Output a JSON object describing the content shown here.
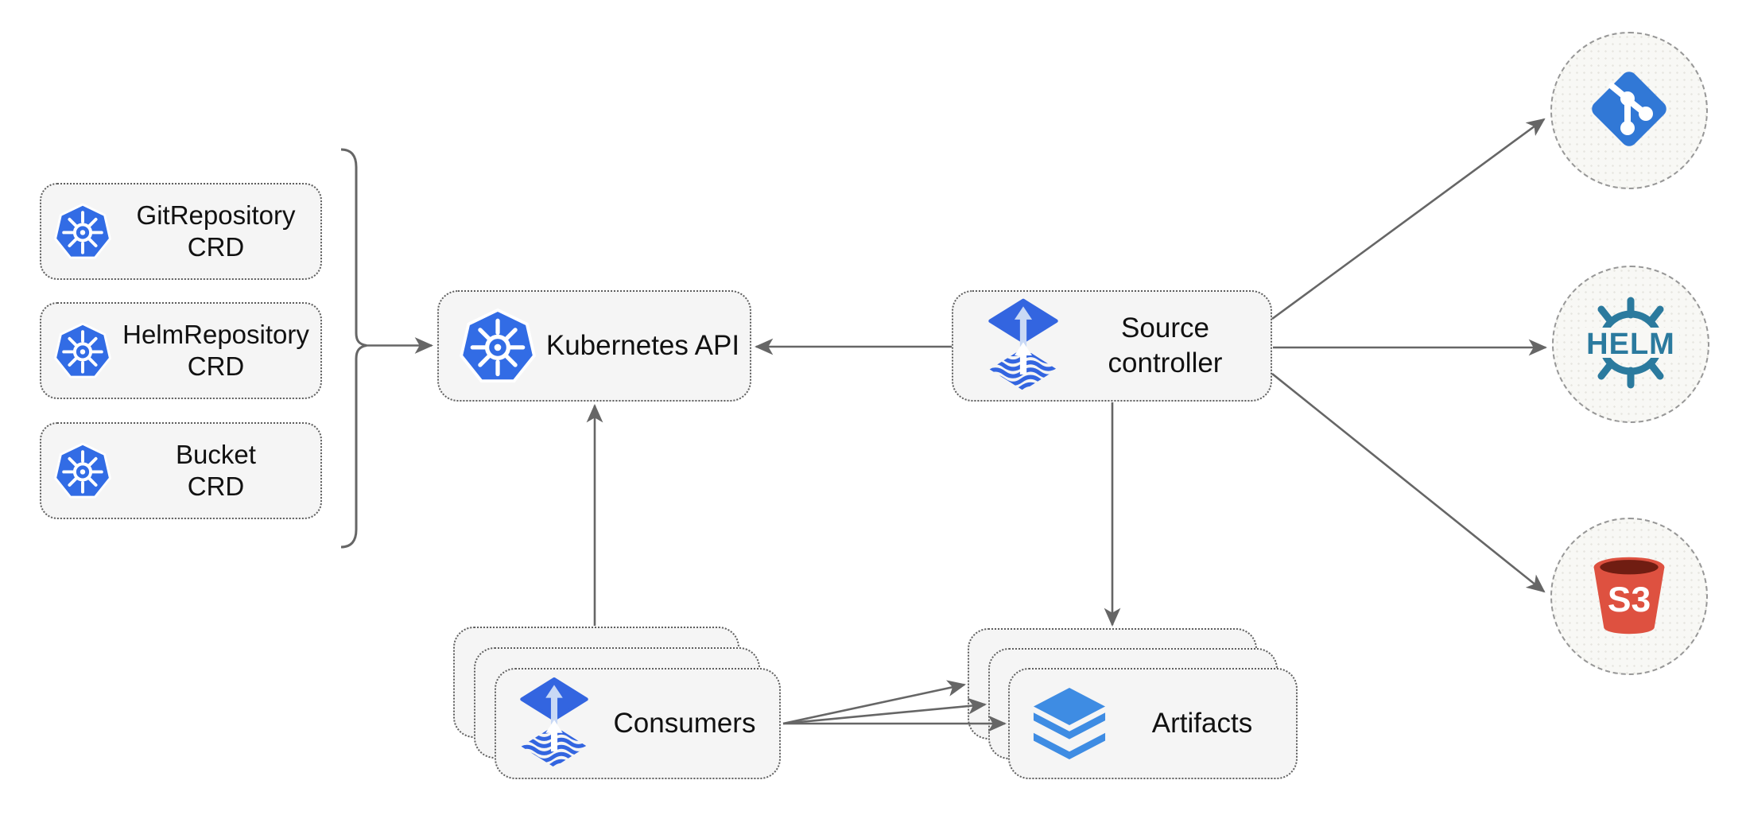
{
  "diagram": {
    "crd_boxes": [
      {
        "line1": "GitRepository",
        "line2": "CRD",
        "icon": "kubernetes-icon"
      },
      {
        "line1": "HelmRepository",
        "line2": "CRD",
        "icon": "kubernetes-icon"
      },
      {
        "line1": "Bucket",
        "line2": "CRD",
        "icon": "kubernetes-icon"
      }
    ],
    "kubernetes_api": {
      "label": "Kubernetes API",
      "icon": "kubernetes-icon"
    },
    "source_controller": {
      "line1": "Source",
      "line2": "controller",
      "icon": "flux-icon"
    },
    "consumers": {
      "label": "Consumers",
      "icon": "flux-icon",
      "stack_count": 3
    },
    "artifacts": {
      "label": "Artifacts",
      "icon": "layers-icon",
      "stack_count": 3
    },
    "external_targets": {
      "git": {
        "icon": "git-icon"
      },
      "helm": {
        "icon": "helm-icon",
        "label": "HELM"
      },
      "s3": {
        "icon": "s3-bucket-icon",
        "label": "S3"
      }
    },
    "connections": [
      {
        "from": "crd-bracket",
        "to": "kubernetes-api"
      },
      {
        "from": "source-controller",
        "to": "kubernetes-api"
      },
      {
        "from": "consumers",
        "to": "kubernetes-api"
      },
      {
        "from": "source-controller",
        "to": "git-node"
      },
      {
        "from": "source-controller",
        "to": "helm-node"
      },
      {
        "from": "source-controller",
        "to": "s3-node"
      },
      {
        "from": "source-controller",
        "to": "artifacts"
      },
      {
        "from": "consumers",
        "to": "artifacts",
        "arrow_count": 3
      }
    ],
    "colors": {
      "box_fill": "#F5F5F5",
      "box_border": "#5F5F5F",
      "arrow": "#666666",
      "text": "#111111",
      "kubernetes_blue": "#326CE5",
      "flux_blue": "#3365E0",
      "flux_arrow_light": "#C9D9F5",
      "git_blue": "#3178D6",
      "helm_teal": "#2B7A9E",
      "s3_red": "#DE5140",
      "s3_dark": "#701D12",
      "layers_blue": "#3E8CE3",
      "circle_fill": "#F8F8F5",
      "circle_border": "#979797"
    }
  }
}
